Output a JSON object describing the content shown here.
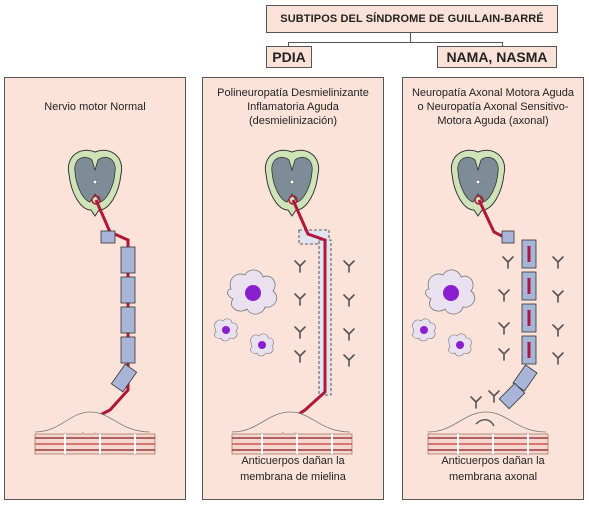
{
  "header": {
    "title": "SUBTIPOS DEL SÍNDROME DE GUILLAIN-BARRÉ"
  },
  "subtypes": {
    "pdia_label": "PDIA",
    "nama_label": "NAMA, NASMA"
  },
  "panels": [
    {
      "title_lines": [
        "Nervio motor Normal"
      ],
      "caption_lines": []
    },
    {
      "title_lines": [
        "Polineuropatía Desmielinizante",
        "Inflamatoria Aguda",
        "(desmielinización)"
      ],
      "caption_lines": [
        "Anticuerpos dañan la",
        "membrana de mielina"
      ]
    },
    {
      "title_lines": [
        "Neuropatía Axonal Motora Aguda",
        "o Neuropatía Axonal Sensitivo-",
        "Motora Aguda (axonal)"
      ],
      "caption_lines": [
        "Anticuerpos dañan la",
        "membrana axonal"
      ]
    }
  ],
  "colors": {
    "panel_bg": "#fbe3da",
    "myelin": "#a8b4d8",
    "axon": "#b0173a",
    "cord_outer": "#cfe3b8",
    "cord_grey": "#7d8c96",
    "macrophage": "#8a1fd0",
    "antibody": "#555555"
  }
}
